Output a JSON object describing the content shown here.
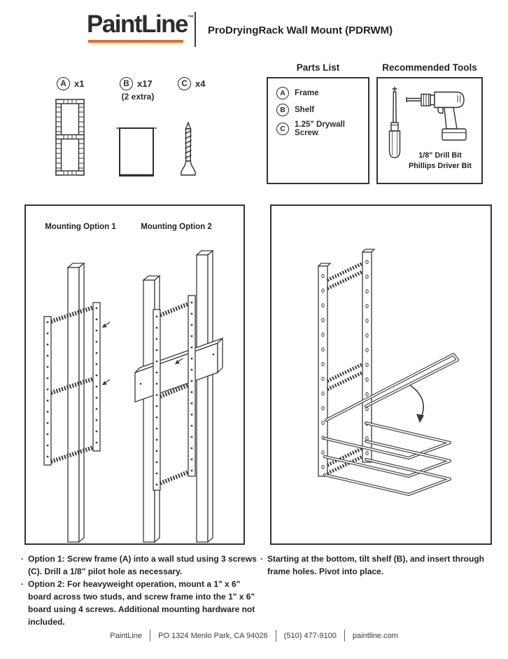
{
  "header": {
    "logo_text": "PaintLine",
    "logo_tm": "™",
    "title": "ProDryingRack Wall Mount (PDRWM)"
  },
  "parts_overview": {
    "items": [
      {
        "letter": "A",
        "qty": "x1",
        "note": ""
      },
      {
        "letter": "B",
        "qty": "x17",
        "note": "(2 extra)"
      },
      {
        "letter": "C",
        "qty": "x4",
        "note": ""
      }
    ]
  },
  "parts_list": {
    "title": "Parts List",
    "items": [
      {
        "letter": "A",
        "name": "Frame"
      },
      {
        "letter": "B",
        "name": "Shelf"
      },
      {
        "letter": "C",
        "name": "1.25\" Drywall Screw"
      }
    ]
  },
  "recommended_tools": {
    "title": "Recommended Tools",
    "lines": [
      "1/8\" Drill Bit",
      "Phillips Driver Bit"
    ]
  },
  "mounting": {
    "option1_label": "Mounting Option 1",
    "option2_label": "Mounting Option 2"
  },
  "instructions": {
    "left": [
      {
        "bullet": "·",
        "text": "Option 1: Screw frame (A) into a wall stud using 3 screws (C). Drill a 1/8\" pilot hole as necessary."
      },
      {
        "bullet": "·",
        "text": "Option 2: For heavyweight operation, mount a 1\" x 6\" board across two studs, and screw frame into the 1\" x 6\" board using 4 screws. Additional mounting hardware not included."
      }
    ],
    "right": [
      {
        "bullet": "·",
        "text": "Starting at the bottom, tilt shelf (B), and insert through frame holes. Pivot into place."
      }
    ]
  },
  "footer": {
    "brand": "PaintLine",
    "address": "PO 1324 Menlo Park, CA 94026",
    "phone": "(510) 477-9100",
    "website": "paintline.com"
  },
  "colors": {
    "accent_orange": "#e36a28",
    "ink": "#2b2b2b"
  }
}
